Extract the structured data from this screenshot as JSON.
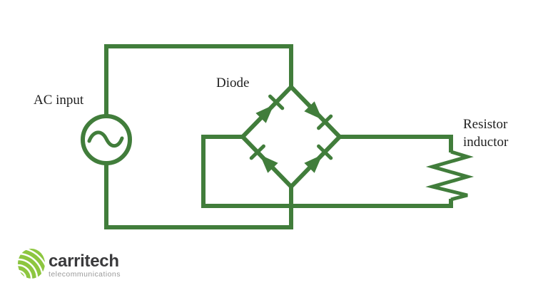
{
  "labels": {
    "ac_input": "AC input",
    "diode": "Diode",
    "load_line1": "Resistor",
    "load_line2": "inductor"
  },
  "logo": {
    "name": "carritech",
    "tagline": "telecommunications"
  },
  "colors": {
    "circuit_green": "#417d3b",
    "text_dark": "#1f1f1f",
    "logo_text": "#3a3a3c",
    "tagline_gray": "#9a9a9a",
    "logo_green_light": "#8dc63f",
    "logo_green_dark": "#55a12c"
  }
}
